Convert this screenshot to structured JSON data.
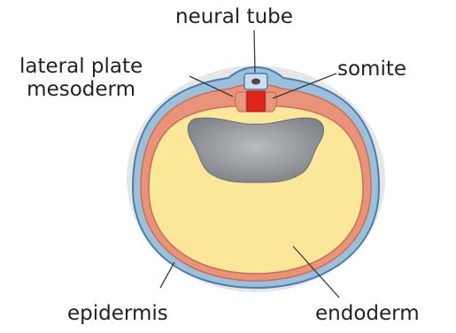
{
  "labels": {
    "neural_tube": "neural tube",
    "lateral_plate_line1": "lateral plate",
    "lateral_plate_line2": "mesoderm",
    "somite": "somite",
    "epidermis": "epidermis",
    "endoderm": "endoderm"
  },
  "colors": {
    "epidermis": "#9bc0dd",
    "epidermis_outline": "#4d7ea8",
    "mesoderm": "#e8937a",
    "endoderm": "#fbe79a",
    "gut_cavity": "#8f9397",
    "somite": "#e0231b",
    "neural_tube": "#c9dff0",
    "leader_line": "#3a3a3a"
  }
}
